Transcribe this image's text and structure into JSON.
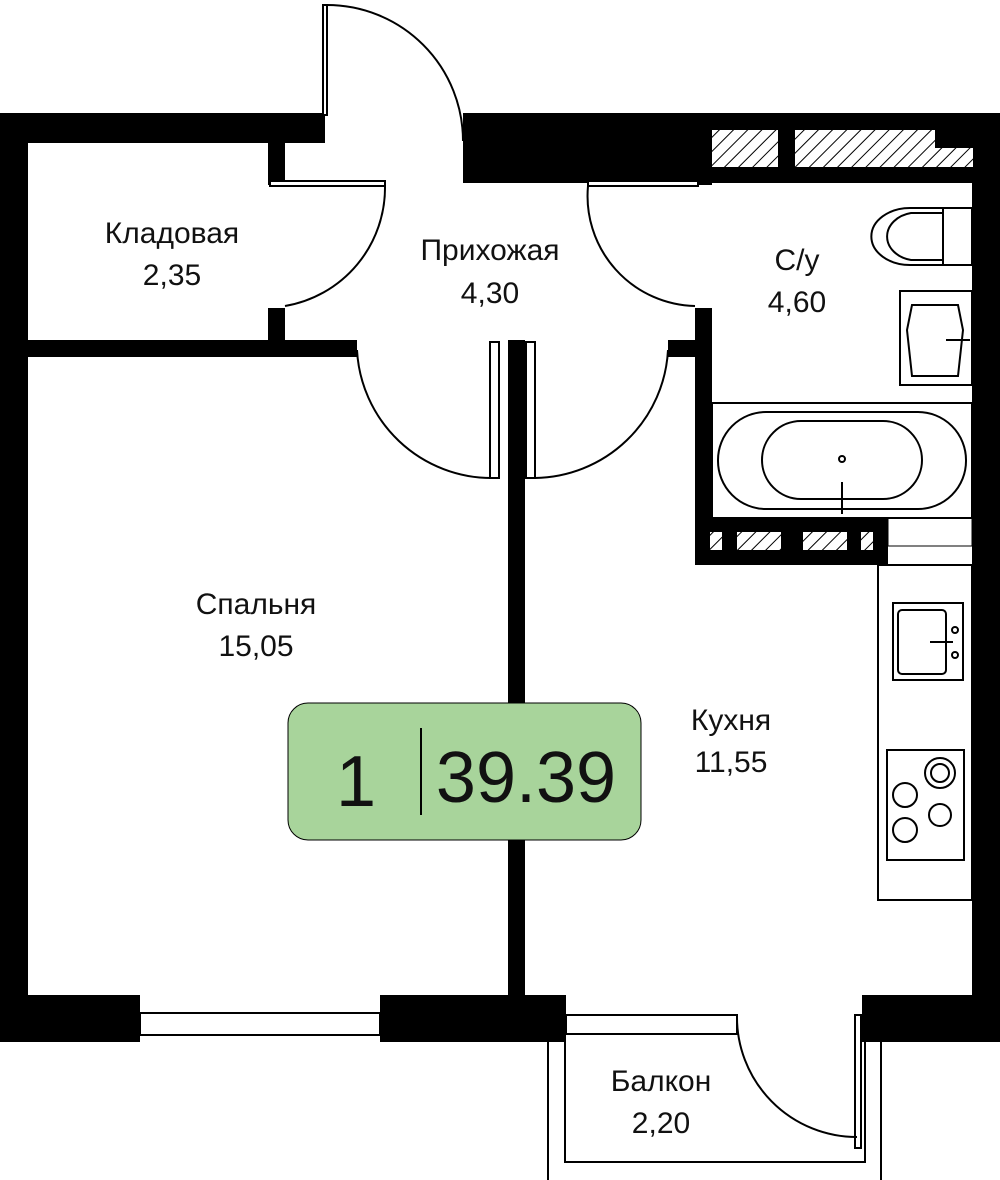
{
  "plan": {
    "rooms": [
      {
        "name": "Кладовая",
        "area": "2,35"
      },
      {
        "name": "Прихожая",
        "area": "4,30"
      },
      {
        "name": "С/у",
        "area": "4,60"
      },
      {
        "name": "Спальня",
        "area": "15,05"
      },
      {
        "name": "Кухня",
        "area": "11,55"
      },
      {
        "name": "Балкон",
        "area": "2,20"
      }
    ],
    "badge": {
      "rooms": "1",
      "total_area": "39.39",
      "color": "#a8d49b"
    }
  }
}
